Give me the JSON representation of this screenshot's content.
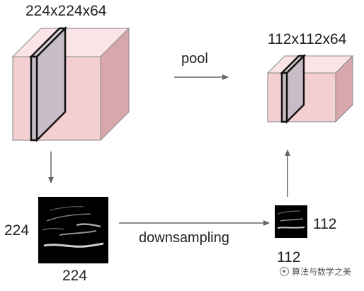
{
  "labels": {
    "input_volume": "224x224x64",
    "output_volume": "112x112x64",
    "pool": "pool",
    "downsampling": "downsampling",
    "input_map_height": "224",
    "input_map_width": "224",
    "output_map_height": "112",
    "output_map_width": "112"
  },
  "watermark": "算法与数学之美",
  "colors": {
    "cube_front": "#f4cfd2",
    "cube_top": "#fae4e6",
    "cube_side": "#d8a7ac",
    "slice": "#c8bcc4",
    "arrow": "#666666",
    "feature_map_bg": "#000000"
  }
}
